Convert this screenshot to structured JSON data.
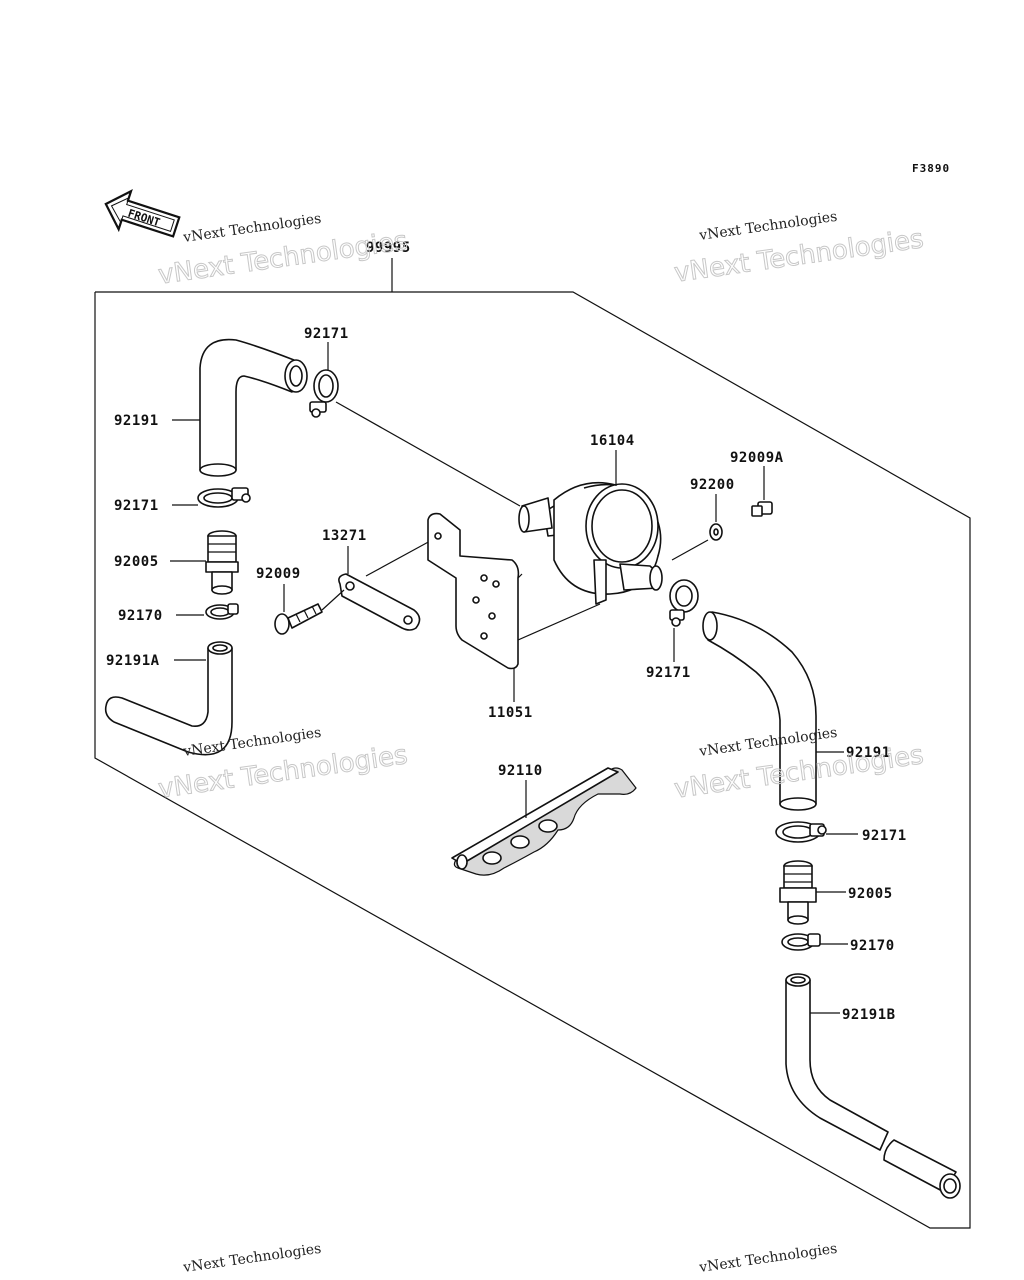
{
  "figure_id": "F3890",
  "front_label": "FRONT",
  "watermark_line1": "vNext Technologies",
  "watermark_line2": "vNext Technologies",
  "part_labels": {
    "p99995": "99995",
    "p92171_top": "92171",
    "p92191_left": "92191",
    "p92171_left": "92171",
    "p92005_left": "92005",
    "p92170_left": "92170",
    "p92191A": "92191A",
    "p13271": "13271",
    "p92009": "92009",
    "p16104": "16104",
    "p92009A": "92009A",
    "p92200": "92200",
    "p11051": "11051",
    "p92171_mid": "92171",
    "p92110": "92110",
    "p92191_right": "92191",
    "p92171_right": "92171",
    "p92005_right": "92005",
    "p92170_right": "92170",
    "p92191B": "92191B"
  }
}
